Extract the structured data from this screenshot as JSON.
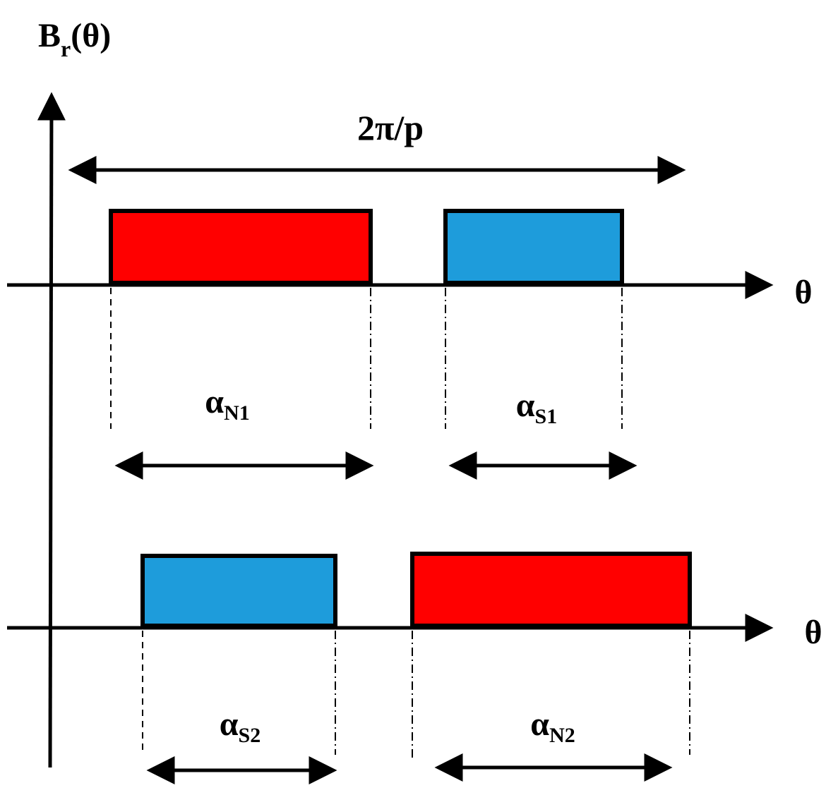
{
  "y_axis_label": {
    "main": "B",
    "sub": "r",
    "tail": "(θ)"
  },
  "theta_label_top": "θ",
  "theta_label_bottom": "θ",
  "period_label": "2π/p",
  "colors": {
    "north": "#ff0000",
    "south": "#1e9cdb",
    "stroke": "#000000"
  },
  "magnets": [
    {
      "id": "n1",
      "pole": "north",
      "label_main": "α",
      "label_sub": "N1"
    },
    {
      "id": "s1",
      "pole": "south",
      "label_main": "α",
      "label_sub": "S1"
    },
    {
      "id": "s2",
      "pole": "south",
      "label_main": "α",
      "label_sub": "S2"
    },
    {
      "id": "n2",
      "pole": "north",
      "label_main": "α",
      "label_sub": "N2"
    }
  ]
}
